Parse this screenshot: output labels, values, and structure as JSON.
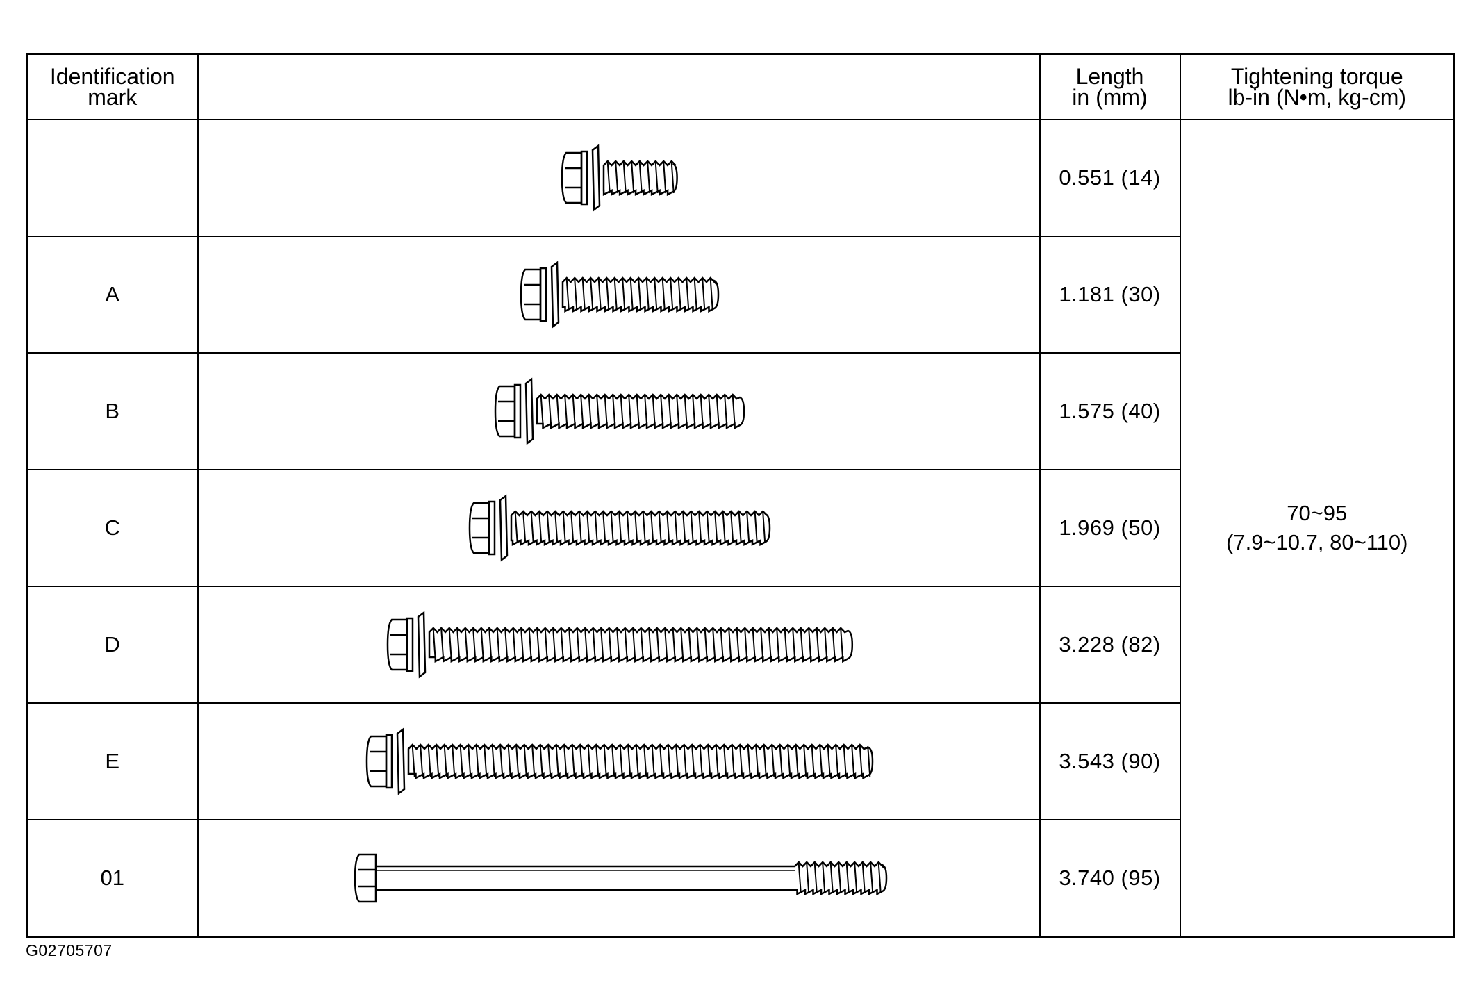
{
  "table": {
    "headers": {
      "mark": [
        "Identification",
        "mark"
      ],
      "image": "",
      "length": [
        "Length",
        "in (mm)"
      ],
      "torque": [
        "Tightening torque",
        "lb-in (N•m, kg-cm)"
      ]
    },
    "rows": [
      {
        "mark": "",
        "length": "0.551 (14)",
        "bolt_type": "flange-washer",
        "thread_length_mm": 14,
        "washer": true
      },
      {
        "mark": "A",
        "length": "1.181 (30)",
        "bolt_type": "flange-washer",
        "thread_length_mm": 30,
        "washer": true
      },
      {
        "mark": "B",
        "length": "1.575 (40)",
        "bolt_type": "flange-washer",
        "thread_length_mm": 40,
        "washer": true
      },
      {
        "mark": "C",
        "length": "1.969 (50)",
        "bolt_type": "flange-washer",
        "thread_length_mm": 50,
        "washer": true
      },
      {
        "mark": "D",
        "length": "3.228 (82)",
        "bolt_type": "flange-washer",
        "thread_length_mm": 82,
        "washer": true
      },
      {
        "mark": "E",
        "length": "3.543 (90)",
        "bolt_type": "flange-washer",
        "thread_length_mm": 90,
        "washer": true
      },
      {
        "mark": "01",
        "length": "3.740 (95)",
        "bolt_type": "hex-long-shank",
        "thread_length_mm": 95,
        "washer": false
      }
    ],
    "torque": [
      "70~95",
      "(7.9~10.7, 80~110)"
    ]
  },
  "figure_id": "G02705707"
}
